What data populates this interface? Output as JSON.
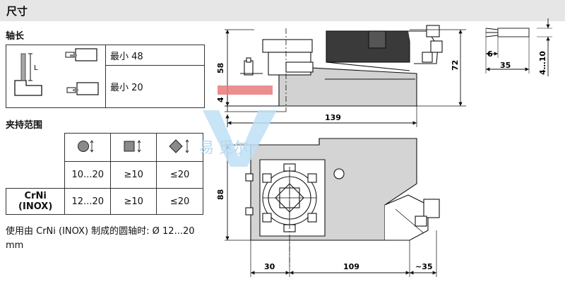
{
  "header": {
    "title": "尺寸"
  },
  "shaft_length": {
    "title": "轴长",
    "dim_label": "L",
    "rows": [
      {
        "text": "最小 48"
      },
      {
        "text": "最小 20"
      }
    ]
  },
  "clamp": {
    "title": "夹持范围",
    "rows": [
      {
        "label": "",
        "round": "10...20",
        "square": "≥10",
        "diamond": "≤20"
      },
      {
        "label": "CrNi (INOX)",
        "round": "12...20",
        "square": "≥10",
        "diamond": "≤20"
      }
    ],
    "note": "使用由 CrNi (INOX) 制成的圆轴时: Ø 12...20 mm"
  },
  "drawing": {
    "dims": {
      "d58": "58",
      "d4": "4",
      "d139": "139",
      "d72": "72",
      "d88": "88",
      "d30": "30",
      "d109": "109",
      "d35b": "~35",
      "d6": "6",
      "d35": "35",
      "d410": "4…10"
    }
  },
  "watermark": {
    "text": "易  觅尔"
  }
}
